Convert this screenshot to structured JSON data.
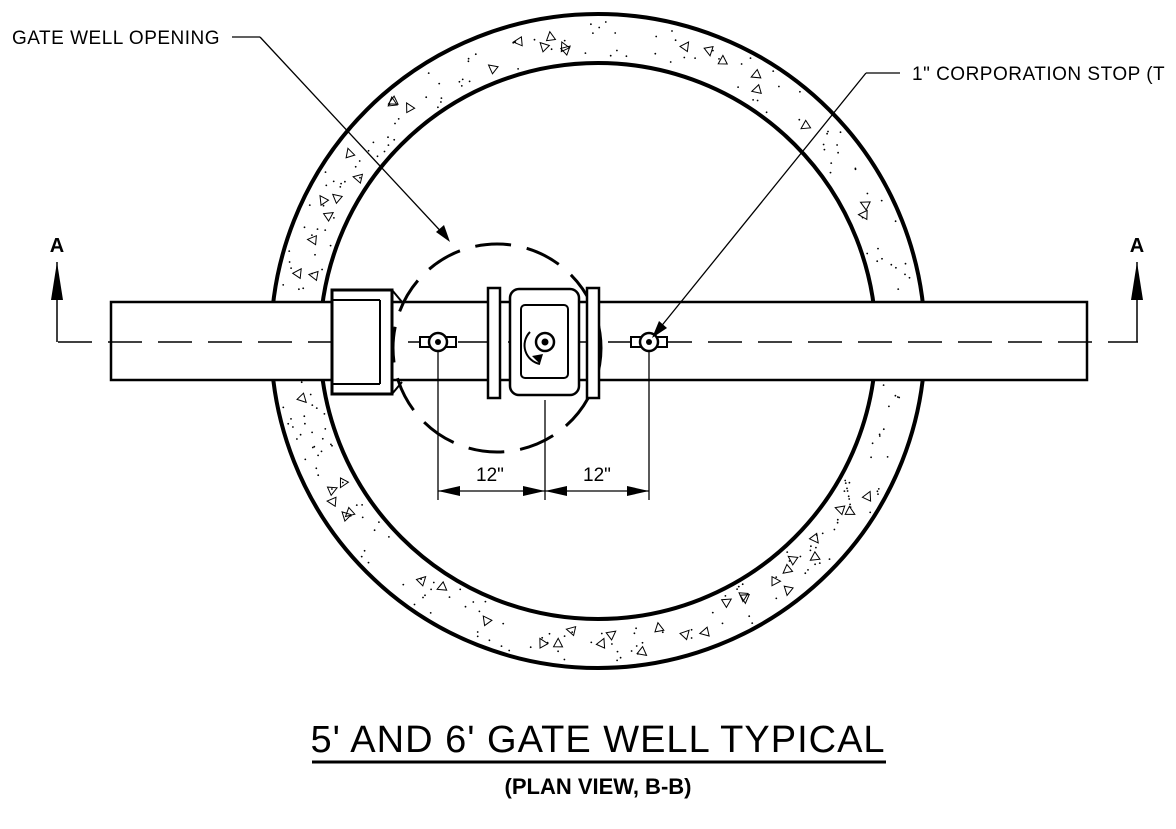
{
  "callouts": {
    "gate_well_opening": "GATE WELL OPENING",
    "corporation_stop": "1\" CORPORATION STOP (T"
  },
  "dimensions": {
    "left": "12\"",
    "right": "12\""
  },
  "section_markers": {
    "left": "A",
    "right": "A"
  },
  "title": "5' AND 6' GATE WELL TYPICAL",
  "subtitle": "(PLAN VIEW, B-B)"
}
